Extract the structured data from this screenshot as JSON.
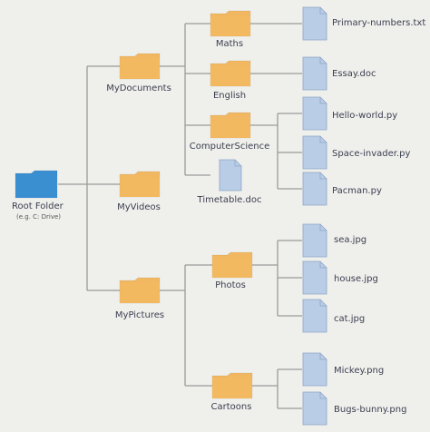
{
  "colors": {
    "background": "#efefec",
    "connector": "#9a9a9a",
    "root_folder": "#3a8fd0",
    "folder": "#f2b861",
    "file": "#b9cde6"
  },
  "root": {
    "label": "Root Folder",
    "sublabel": "(e.g. C: Drive)",
    "icon": "folder-icon"
  },
  "folders": {
    "my_documents": "MyDocuments",
    "my_videos": "MyVideos",
    "my_pictures": "MyPictures",
    "maths": "Maths",
    "english": "English",
    "computer_science": "ComputerScience",
    "photos": "Photos",
    "cartoons": "Cartoons"
  },
  "files": {
    "timetable": "Timetable.doc",
    "primary_numbers": "Primary-numbers.txt",
    "essay": "Essay.doc",
    "hello_world": "Hello-world.py",
    "space_invader": "Space-invader.py",
    "pacman": "Pacman.py",
    "sea": "sea.jpg",
    "house": "house.jpg",
    "cat": "cat.jpg",
    "mickey": "Mickey.png",
    "bugs_bunny": "Bugs-bunny.png"
  }
}
